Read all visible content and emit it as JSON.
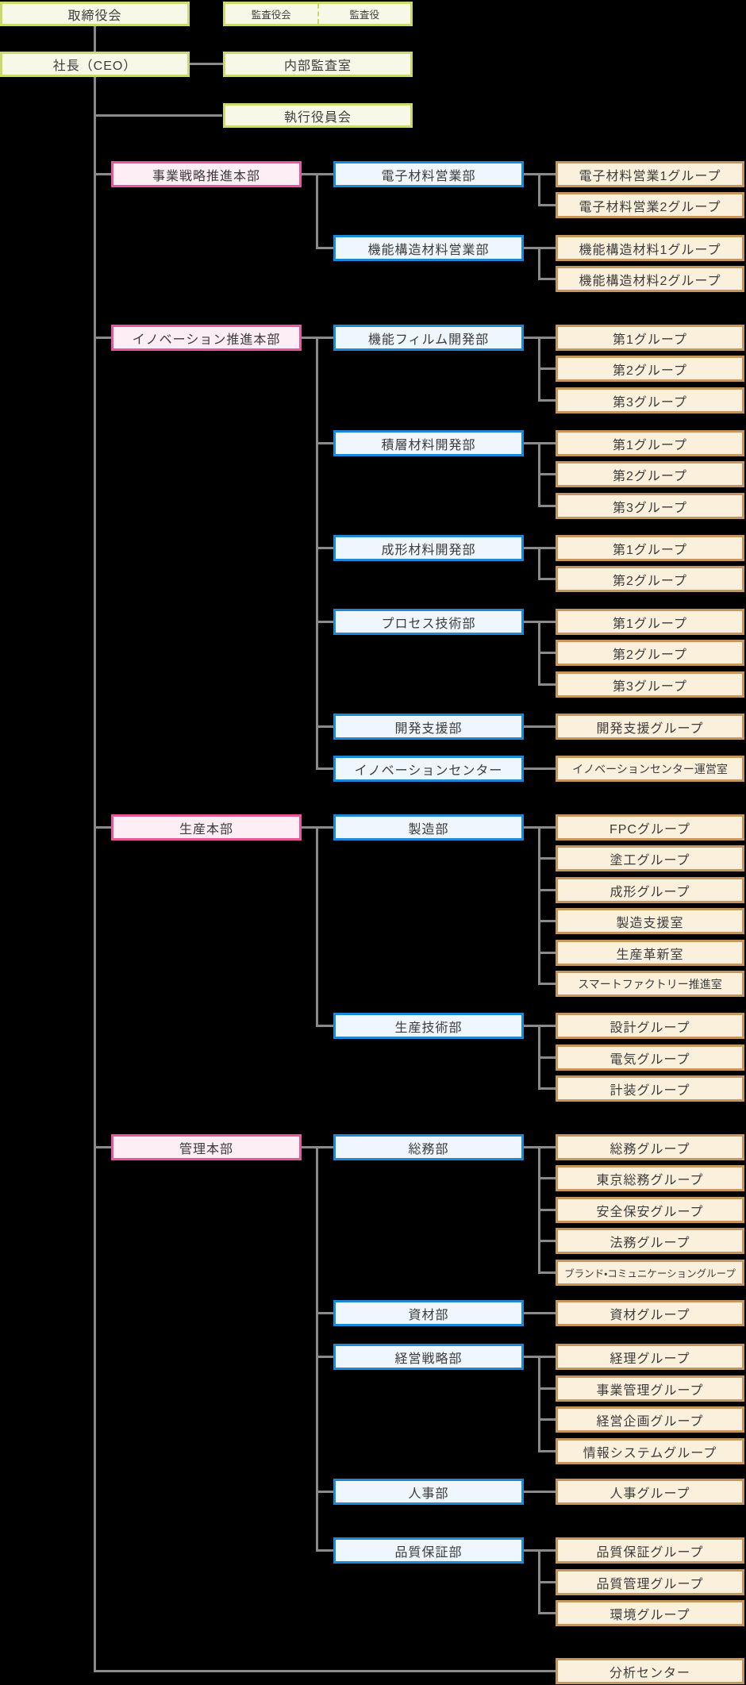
{
  "top": {
    "board": "取締役会",
    "audit_board": "監査役会",
    "auditor": "監査役",
    "president": "社長（CEO）",
    "internal_audit": "内部監査室",
    "executive_committee": "執行役員会"
  },
  "divisions": [
    {
      "label": "事業戦略推進本部",
      "departments": [
        {
          "label": "電子材料営業部",
          "groups": [
            "電子材料営業1グループ",
            "電子材料営業2グループ"
          ]
        },
        {
          "label": "機能構造材料営業部",
          "groups": [
            "機能構造材料1グループ",
            "機能構造材料2グループ"
          ]
        }
      ]
    },
    {
      "label": "イノベーション推進本部",
      "departments": [
        {
          "label": "機能フィルム開発部",
          "groups": [
            "第1グループ",
            "第2グループ",
            "第3グループ"
          ]
        },
        {
          "label": "積層材料開発部",
          "groups": [
            "第1グループ",
            "第2グループ",
            "第3グループ"
          ]
        },
        {
          "label": "成形材料開発部",
          "groups": [
            "第1グループ",
            "第2グループ"
          ]
        },
        {
          "label": "プロセス技術部",
          "groups": [
            "第1グループ",
            "第2グループ",
            "第3グループ"
          ]
        },
        {
          "label": "開発支援部",
          "groups": [
            "開発支援グループ"
          ]
        },
        {
          "label": "イノベーションセンター",
          "groups": [
            "イノベーションセンター運営室"
          ]
        }
      ]
    },
    {
      "label": "生産本部",
      "departments": [
        {
          "label": "製造部",
          "groups": [
            "FPCグループ",
            "塗工グループ",
            "成形グループ",
            "製造支援室",
            "生産革新室",
            "スマートファクトリー推進室"
          ]
        },
        {
          "label": "生産技術部",
          "groups": [
            "設計グループ",
            "電気グループ",
            "計装グループ"
          ]
        }
      ]
    },
    {
      "label": "管理本部",
      "departments": [
        {
          "label": "総務部",
          "groups": [
            "総務グループ",
            "東京総務グループ",
            "安全保安グループ",
            "法務グループ",
            "ブランド・コミュニケーショングループ"
          ]
        },
        {
          "label": "資材部",
          "groups": [
            "資材グループ"
          ]
        },
        {
          "label": "経営戦略部",
          "groups": [
            "経理グループ",
            "事業管理グループ",
            "経営企画グループ",
            "情報システムグループ"
          ]
        },
        {
          "label": "人事部",
          "groups": [
            "人事グループ"
          ]
        },
        {
          "label": "品質保証部",
          "groups": [
            "品質保証グループ",
            "品質管理グループ",
            "環境グループ"
          ]
        }
      ]
    }
  ],
  "analysis_center": "分析センター",
  "colors": {
    "top_box_border": "#ccd96f",
    "top_box_fill": "#f8f8e9",
    "division_border": "#e8579a",
    "division_fill": "#fdedf4",
    "department_border": "#1b88d8",
    "department_fill": "#eff6fd",
    "group_border": "#c6965c",
    "group_fill": "#faf0dc",
    "connector": "#8a8a8a",
    "background": "#000000"
  }
}
